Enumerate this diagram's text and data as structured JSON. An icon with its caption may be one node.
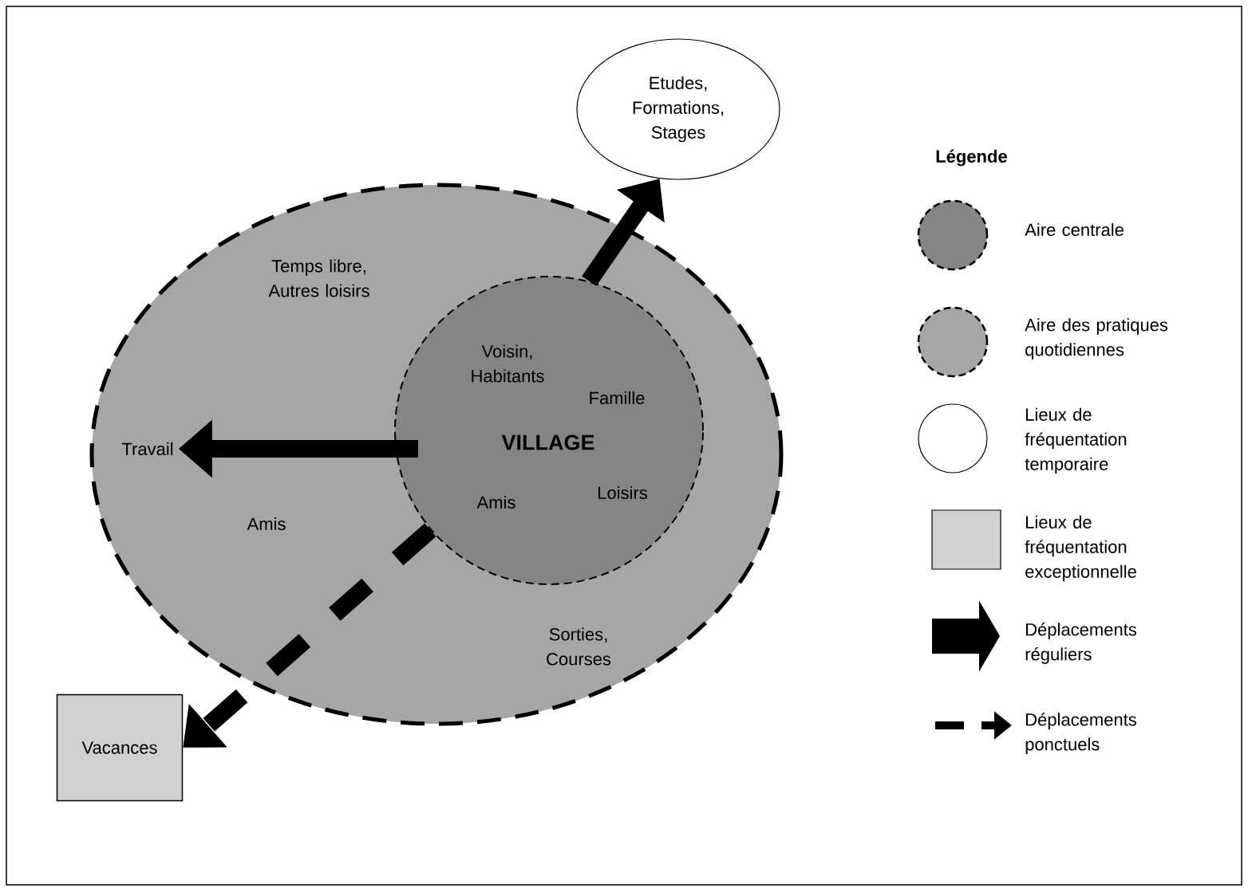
{
  "diagram": {
    "nodes": [
      {
        "text": [
          "Temps libre, Autres loisirs",
          "Amis",
          "Sorties, Courses"
        ]
      },
      {
        "text": [
          "Voisin, Habitants",
          "Famille",
          "VILLAGE",
          "Amis",
          "Loisirs"
        ],
        "in": 0
      },
      {
        "text": [
          "Travail"
        ],
        "in": 0
      },
      {
        "text": [
          "Etudes, Formations, Stages"
        ]
      },
      {
        "text": [
          "Vacances"
        ]
      }
    ],
    "edges": [
      {
        "from": 1,
        "to": 2,
        "arrow": "to"
      },
      {
        "from": 1,
        "to": 3,
        "arrow": "to"
      },
      {
        "from": 1,
        "to": 4,
        "arrow": "to",
        "style": "dashed"
      }
    ],
    "labels": [
      "Légende"
    ],
    "legend": [
      {
        "text": "Aire centrale",
        "color": "#858585"
      },
      {
        "text": "Aire des pratiques quotidiennes",
        "color": "#a6a6a6"
      },
      {
        "text": "Lieux de fréquentation temporaire"
      },
      {
        "text": "Lieux de fréquentation exceptionnelle",
        "color": "#d0d0d0"
      },
      {
        "text": "Déplacements réguliers"
      },
      {
        "text": "Déplacements ponctuels"
      }
    ]
  }
}
